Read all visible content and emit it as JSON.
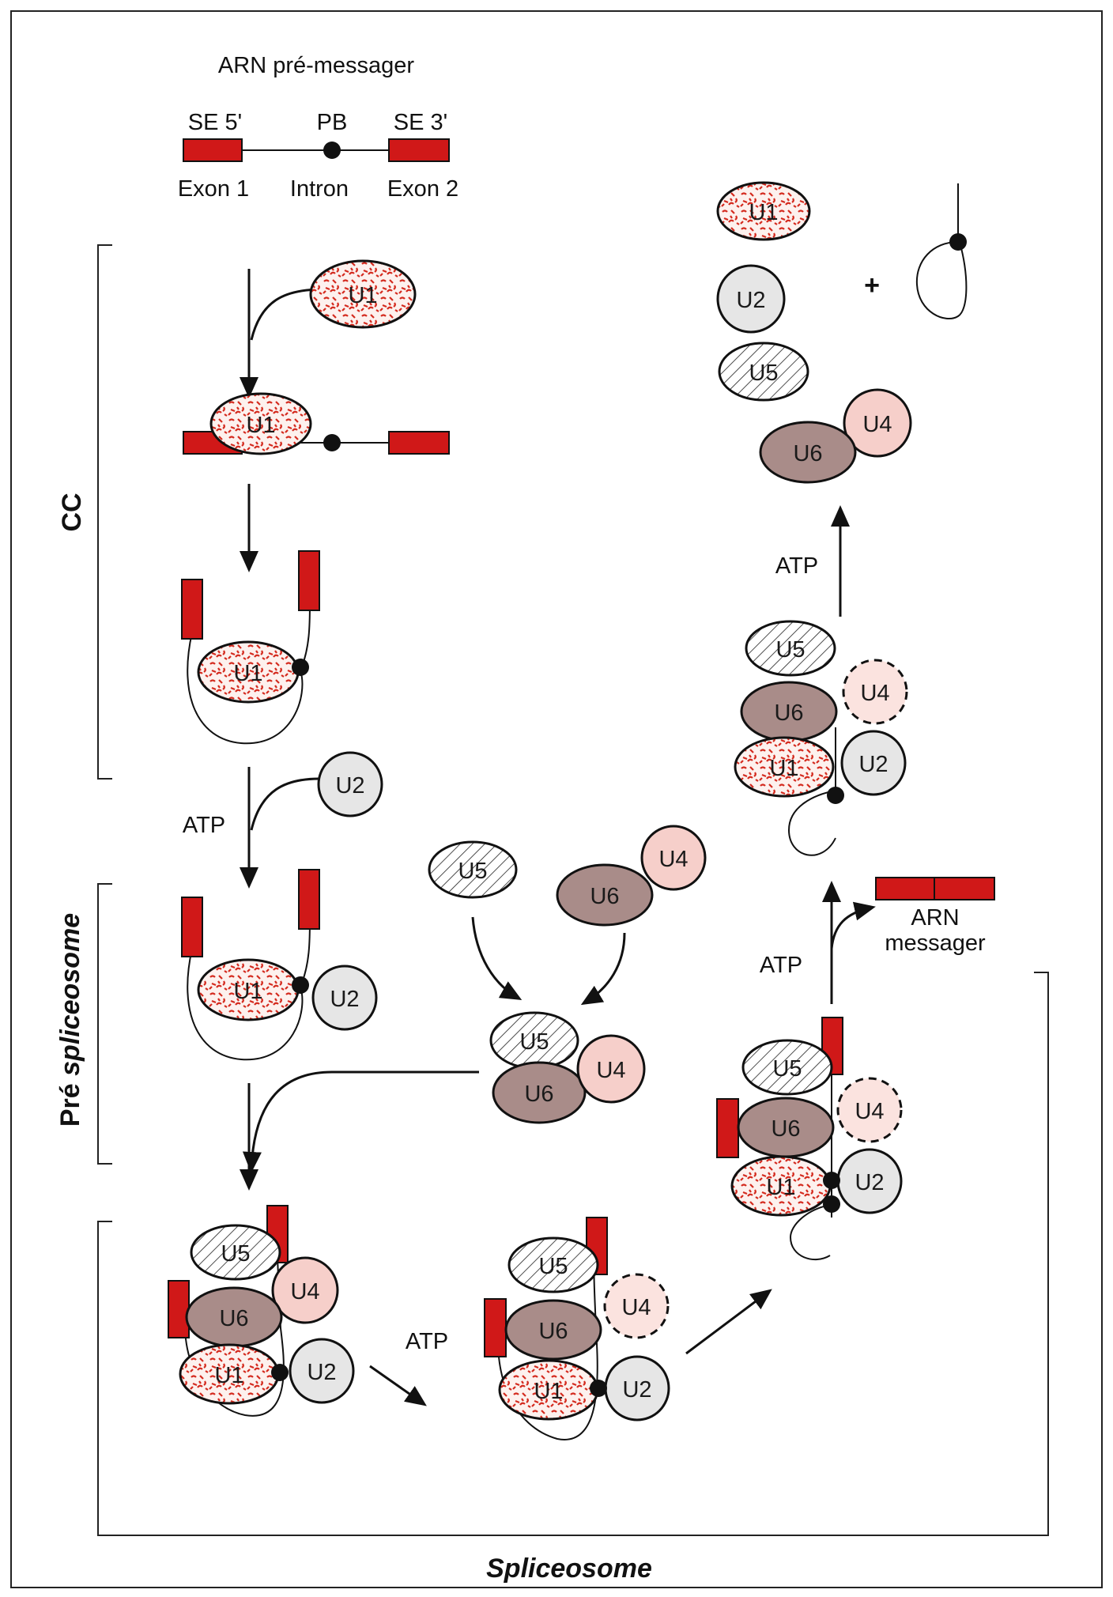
{
  "header": {
    "title": "ARN pré-messager",
    "se5": "SE 5'",
    "pb": "PB",
    "se3": "SE 3'",
    "exon1": "Exon 1",
    "intron": "Intron",
    "exon2": "Exon 2"
  },
  "stages": {
    "cc": "CC",
    "pre_a": "Pré ",
    "pre_b": "spliceosome",
    "spliceosome": "Spliceosome"
  },
  "labels": {
    "atp": "ATP",
    "plus": "+",
    "arn_line1": "ARN",
    "arn_line2": "messager"
  },
  "particles": {
    "u1": "U1",
    "u2": "U2",
    "u4": "U4",
    "u5": "U5",
    "u6": "U6"
  },
  "colors": {
    "exon": "#d01818",
    "u1_speckle": "#d42a1e",
    "u2": "#e6e6e6",
    "u4": "#f6cfca",
    "u4_faded": "#fbe3df",
    "u6": "#a98c89"
  }
}
